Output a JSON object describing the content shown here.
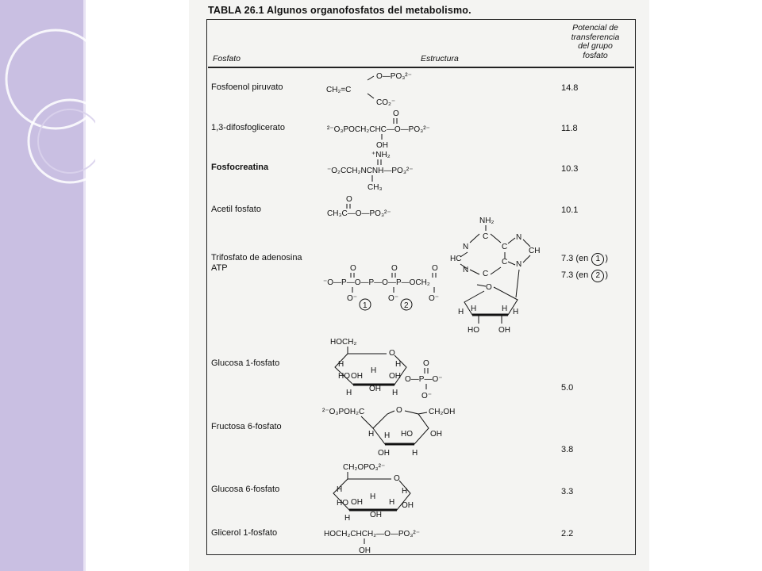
{
  "theme": {
    "sidebar_color": "#c9bfe2",
    "page_color": "#ffffff"
  },
  "table": {
    "title": "TABLA 26.1  Algunos organofosfatos del metabolismo.",
    "col_phosphate": "Fosfato",
    "col_structure": "Estructura",
    "col_potential": [
      "Potencial de",
      "transferencia",
      "del grupo",
      "fosfato"
    ],
    "rows": [
      {
        "name": "Fosfoenol piruvato",
        "value": "14.8"
      },
      {
        "name": "1,3-difosfoglicerato",
        "value": "11.8"
      },
      {
        "name": "Fosfocreatina",
        "value": "10.3"
      },
      {
        "name": "Acetil fosfato",
        "value": "10.1"
      },
      {
        "name": "Trifosfato de adenosina",
        "name2": "ATP",
        "value": "7.3 (en",
        "circle": "1",
        "value2": "7.3 (en",
        "circle2": "2"
      },
      {
        "name": "Glucosa 1-fosfato",
        "value": "5.0"
      },
      {
        "name": "Fructosa 6-fosfato",
        "value": "3.8"
      },
      {
        "name": "Glucosa 6-fosfato",
        "value": "3.3"
      },
      {
        "name": "Glicerol 1-fosfato",
        "value": "2.2"
      }
    ]
  },
  "structures": {
    "pep_top": "O—PO₃²⁻",
    "pep_left": "CH₂=C",
    "pep_bottom": "CO₂⁻",
    "dpg_main": "²⁻O₃POCH₂CHC—O—PO₃²⁻",
    "dpg_o": "O",
    "dpg_oh": "OH",
    "pcr_nh2": "⁺NH₂",
    "pcr_main": "⁻O₂CCH₂NCNH—PO₃²⁻",
    "pcr_ch3": "CH₃",
    "acp_o": "O",
    "acp_main": "CH₃C—O—PO₃²⁻",
    "atp_chain": "⁻O—P—O—P—O—P—OCH₂",
    "atp_o": "O",
    "atp_ominus": "O⁻",
    "atp_c1": "1",
    "atp_c2": "2",
    "adenine_nh2": "NH₂",
    "adenine_c": "C",
    "adenine_n": "N",
    "adenine_hc": "HC",
    "adenine_ch": "CH",
    "sugar_h": "H",
    "sugar_ho": "HO",
    "sugar_oh": "OH",
    "sugar_o": "O",
    "g1p_hoch2": "HOCH₂",
    "g1p_phos": "O—P—O⁻",
    "f6p_left": "²⁻O₃POH₂C",
    "f6p_right": "CH₂OH",
    "g6p_top": "CH₂OPO₃²⁻",
    "gly_main": "HOCH₂CHCH₂—O—PO₃²⁻",
    "gly_oh": "OH"
  }
}
